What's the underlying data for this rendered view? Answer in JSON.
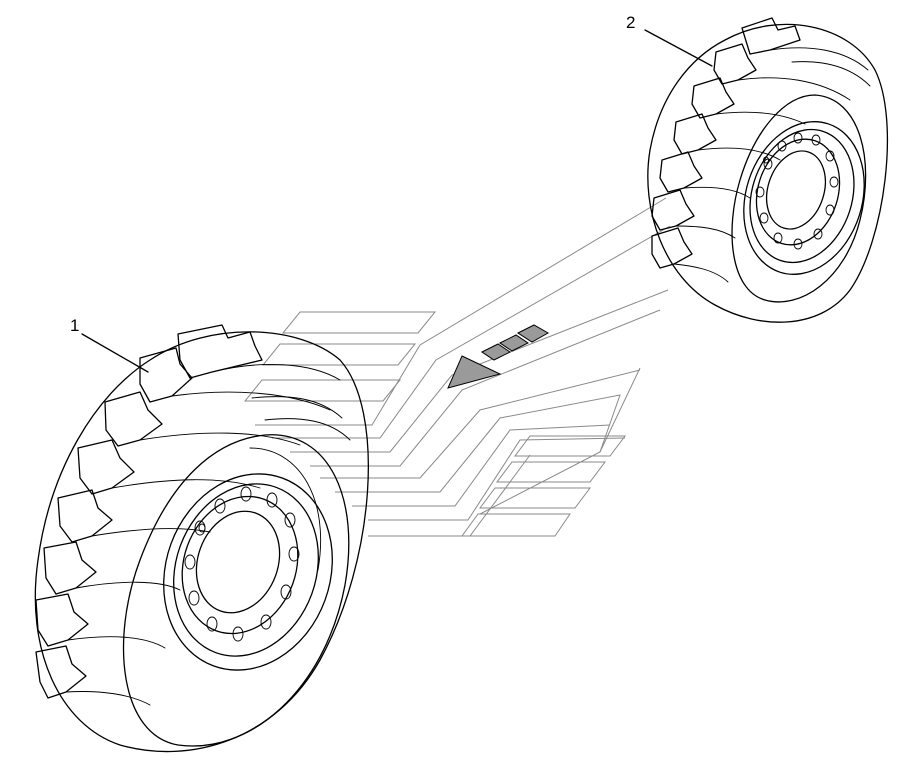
{
  "diagram": {
    "background": "#ffffff",
    "line_color": "#000000",
    "guide_color": "#8a8a8a",
    "arrow_fill": "#9a9a9a",
    "callouts": [
      {
        "id": "1",
        "label": "1"
      },
      {
        "id": "2",
        "label": "2"
      }
    ],
    "icons": [
      "direction-arrow-icon",
      "tire-icon",
      "wheel-rim-icon"
    ]
  }
}
